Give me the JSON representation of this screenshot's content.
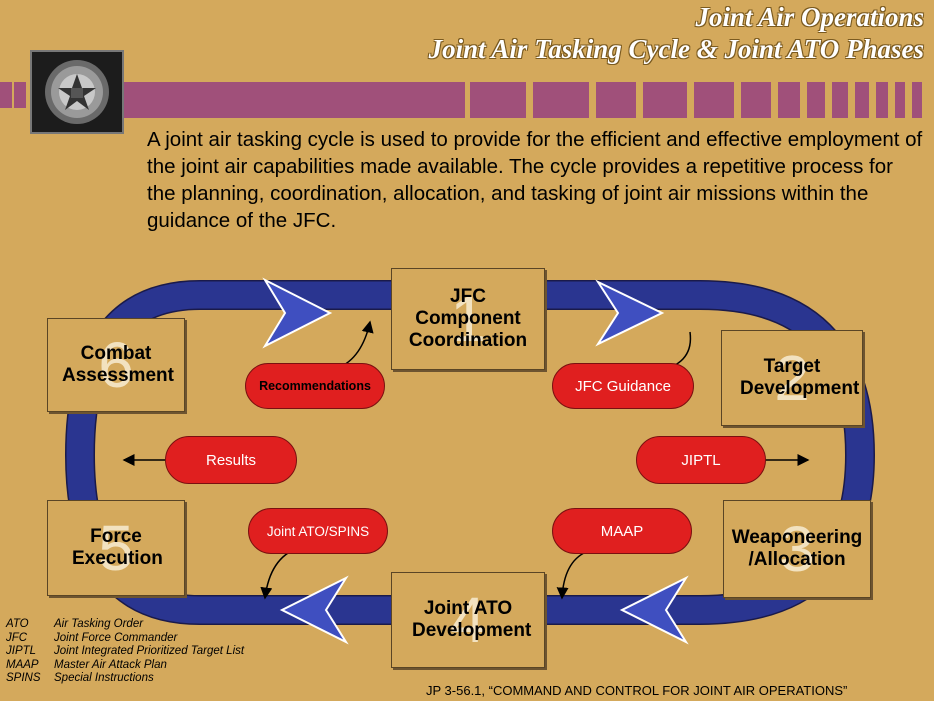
{
  "header": {
    "title": "Joint Air Operations",
    "subtitle": "Joint Air Tasking Cycle & Joint ATO Phases"
  },
  "intro_text": "A joint air tasking cycle is used to provide for the efficient and effective employment of the joint air capabilities made available. The cycle provides a repetitive process for the planning, coordination, allocation, and tasking of joint air missions within the guidance of the JFC.",
  "phases": [
    {
      "number": "1",
      "label": "JFC Component Coordination"
    },
    {
      "number": "2",
      "label": "Target Development"
    },
    {
      "number": "3",
      "label": "Weaponeering /Allocation"
    },
    {
      "number": "4",
      "label": "Joint ATO Development"
    },
    {
      "number": "5",
      "label": "Force Execution"
    },
    {
      "number": "6",
      "label": "Combat Assessment"
    }
  ],
  "products": [
    {
      "label": "Recommendations"
    },
    {
      "label": "JFC Guidance"
    },
    {
      "label": "Results"
    },
    {
      "label": "JIPTL"
    },
    {
      "label": "Joint ATO/SPINS"
    },
    {
      "label": "MAAP"
    }
  ],
  "abbreviations": [
    {
      "abbr": "ATO",
      "meaning": "Air Tasking Order"
    },
    {
      "abbr": "JFC",
      "meaning": "Joint Force Commander"
    },
    {
      "abbr": "JIPTL",
      "meaning": "Joint Integrated Prioritized Target List"
    },
    {
      "abbr": "MAAP",
      "meaning": "Master Air Attack Plan"
    },
    {
      "abbr": "SPINS",
      "meaning": "Special Instructions"
    }
  ],
  "source": "JP 3-56.1, “COMMAND AND CONTROL FOR JOINT AIR OPERATIONS”",
  "colors": {
    "background": "#d4a95c",
    "banner": "#a0507a",
    "cycle": "#2a3590",
    "pill": "#e01f1f"
  }
}
